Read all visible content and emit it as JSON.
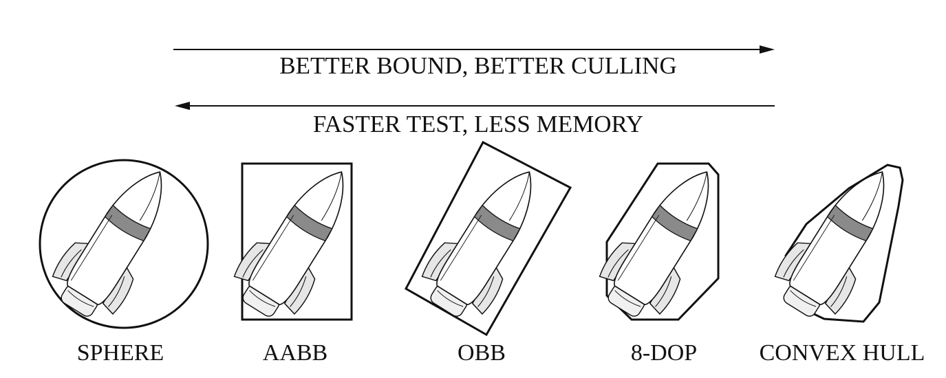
{
  "arrows": {
    "top_label": "BETTER BOUND, BETTER CULLING",
    "bottom_label": "FASTER TEST, LESS MEMORY"
  },
  "volumes": [
    {
      "name": "SPHERE"
    },
    {
      "name": "AABB"
    },
    {
      "name": "OBB"
    },
    {
      "name": "8-DOP"
    },
    {
      "name": "CONVEX HULL"
    }
  ],
  "colors": {
    "ink": "#111111",
    "band": "#8a8a8a",
    "fin_shade": "#e6e6e6",
    "fill": "#ffffff"
  }
}
